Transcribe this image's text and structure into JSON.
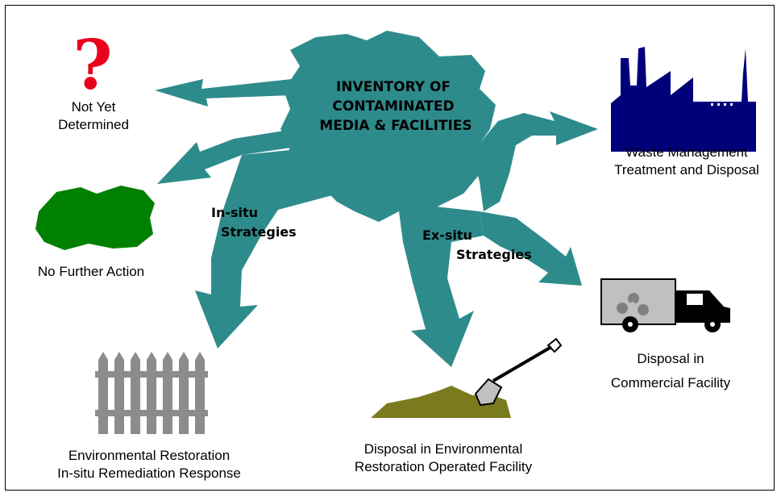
{
  "center": {
    "lines": [
      "INVENTORY OF",
      "CONTAMINATED",
      "MEDIA & FACILITIES"
    ]
  },
  "strategies": {
    "insitu": [
      "In-situ",
      "Strategies"
    ],
    "exsitu": [
      "Ex-situ",
      "Strategies"
    ]
  },
  "nodes": {
    "not_yet": [
      "Not Yet",
      "Determined"
    ],
    "no_further": "No Further Action",
    "waste": [
      "Waste Management",
      "Treatment and Disposal"
    ],
    "commercial": [
      "Disposal in",
      "Commercial Facility"
    ],
    "er_facility": [
      "Disposal in Environmental",
      "Restoration Operated Facility"
    ],
    "restoration": [
      "Environmental Restoration",
      "In-situ Remediation Response"
    ]
  },
  "icons": {
    "question": "question-mark-icon",
    "bush": "green-bush-icon",
    "factory": "factory-icon",
    "truck": "radiation-truck-icon",
    "shovel": "shovel-soil-icon",
    "fence": "picket-fence-icon"
  },
  "colors": {
    "arrow": "#2E8B8B",
    "question": "#E8001C",
    "bush": "#008000",
    "factory": "#00007B",
    "soil": "#7A7A1E",
    "fence": "#8C8C8C"
  }
}
